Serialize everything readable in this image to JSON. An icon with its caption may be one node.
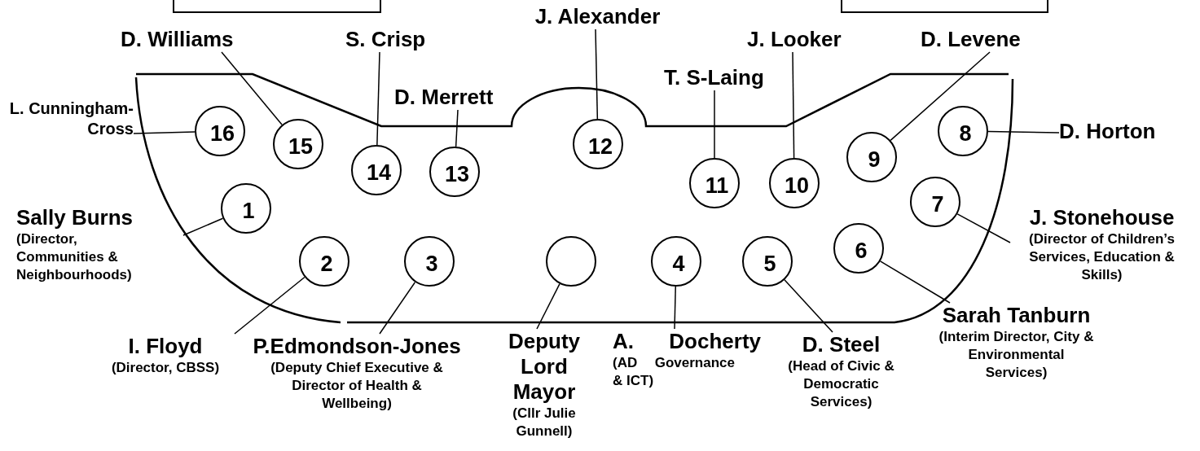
{
  "diagram": {
    "nodes": [
      {
        "text": [],
        "shape": "box"
      },
      {
        "text": [],
        "shape": "box"
      },
      {
        "text": [
          "1"
        ]
      },
      {
        "text": [
          "2"
        ]
      },
      {
        "text": [
          "3"
        ]
      },
      {
        "text": [
          "4"
        ]
      },
      {
        "text": [
          "5"
        ]
      },
      {
        "text": [
          "6"
        ]
      },
      {
        "text": [
          "7"
        ]
      },
      {
        "text": [
          "8"
        ]
      },
      {
        "text": [
          "9"
        ]
      },
      {
        "text": [
          "10"
        ]
      },
      {
        "text": [
          "11"
        ]
      },
      {
        "text": [
          "12"
        ]
      },
      {
        "text": [
          "13"
        ]
      },
      {
        "text": [
          "14"
        ]
      },
      {
        "text": [
          "15"
        ]
      },
      {
        "text": [
          "16"
        ]
      },
      {
        "text": [],
        "shape": "circle"
      },
      {
        "text": [
          "Sally Burns",
          "(Director, Communities & Neighbourhoods)"
        ]
      },
      {
        "text": [
          "I. Floyd",
          "(Director, CBSS)"
        ]
      },
      {
        "text": [
          "P.Edmondson-Jones",
          "(Deputy Chief Executive & Director of Health & Wellbeing)"
        ]
      },
      {
        "text": [
          "A. Docherty",
          "(AD Governance & ICT)"
        ]
      },
      {
        "text": [
          "D. Steel",
          "(Head of Civic & Democratic Services)"
        ]
      },
      {
        "text": [
          "Sarah Tanburn",
          "(Interim Director, City & Environmental Services)"
        ]
      },
      {
        "text": [
          "J. Stonehouse",
          "(Director of Children’s Services, Education & Skills)"
        ]
      },
      {
        "text": [
          "D. Horton"
        ]
      },
      {
        "text": [
          "D. Levene"
        ]
      },
      {
        "text": [
          "J. Looker"
        ]
      },
      {
        "text": [
          "T. S-Laing"
        ]
      },
      {
        "text": [
          "J. Alexander"
        ]
      },
      {
        "text": [
          "D. Merrett"
        ]
      },
      {
        "text": [
          "S. Crisp"
        ]
      },
      {
        "text": [
          "D. Williams"
        ]
      },
      {
        "text": [
          "L. Cunningham-Cross"
        ]
      },
      {
        "text": [
          "Deputy Lord Mayor",
          "(Cllr Julie Gunnell)"
        ]
      }
    ],
    "edges": [
      {
        "from": 19,
        "to": 2,
        "arrow": "none"
      },
      {
        "from": 20,
        "to": 3,
        "arrow": "none"
      },
      {
        "from": 21,
        "to": 4,
        "arrow": "none"
      },
      {
        "from": 22,
        "to": 5,
        "arrow": "none"
      },
      {
        "from": 23,
        "to": 6,
        "arrow": "none"
      },
      {
        "from": 24,
        "to": 7,
        "arrow": "none"
      },
      {
        "from": 25,
        "to": 8,
        "arrow": "none"
      },
      {
        "from": 26,
        "to": 9,
        "arrow": "none"
      },
      {
        "from": 27,
        "to": 10,
        "arrow": "none"
      },
      {
        "from": 28,
        "to": 11,
        "arrow": "none"
      },
      {
        "from": 29,
        "to": 12,
        "arrow": "none"
      },
      {
        "from": 30,
        "to": 13,
        "arrow": "none"
      },
      {
        "from": 31,
        "to": 14,
        "arrow": "none"
      },
      {
        "from": 32,
        "to": 15,
        "arrow": "none"
      },
      {
        "from": 33,
        "to": 16,
        "arrow": "none"
      },
      {
        "from": 34,
        "to": 17,
        "arrow": "none"
      },
      {
        "from": 35,
        "to": 18,
        "arrow": "none"
      }
    ]
  }
}
